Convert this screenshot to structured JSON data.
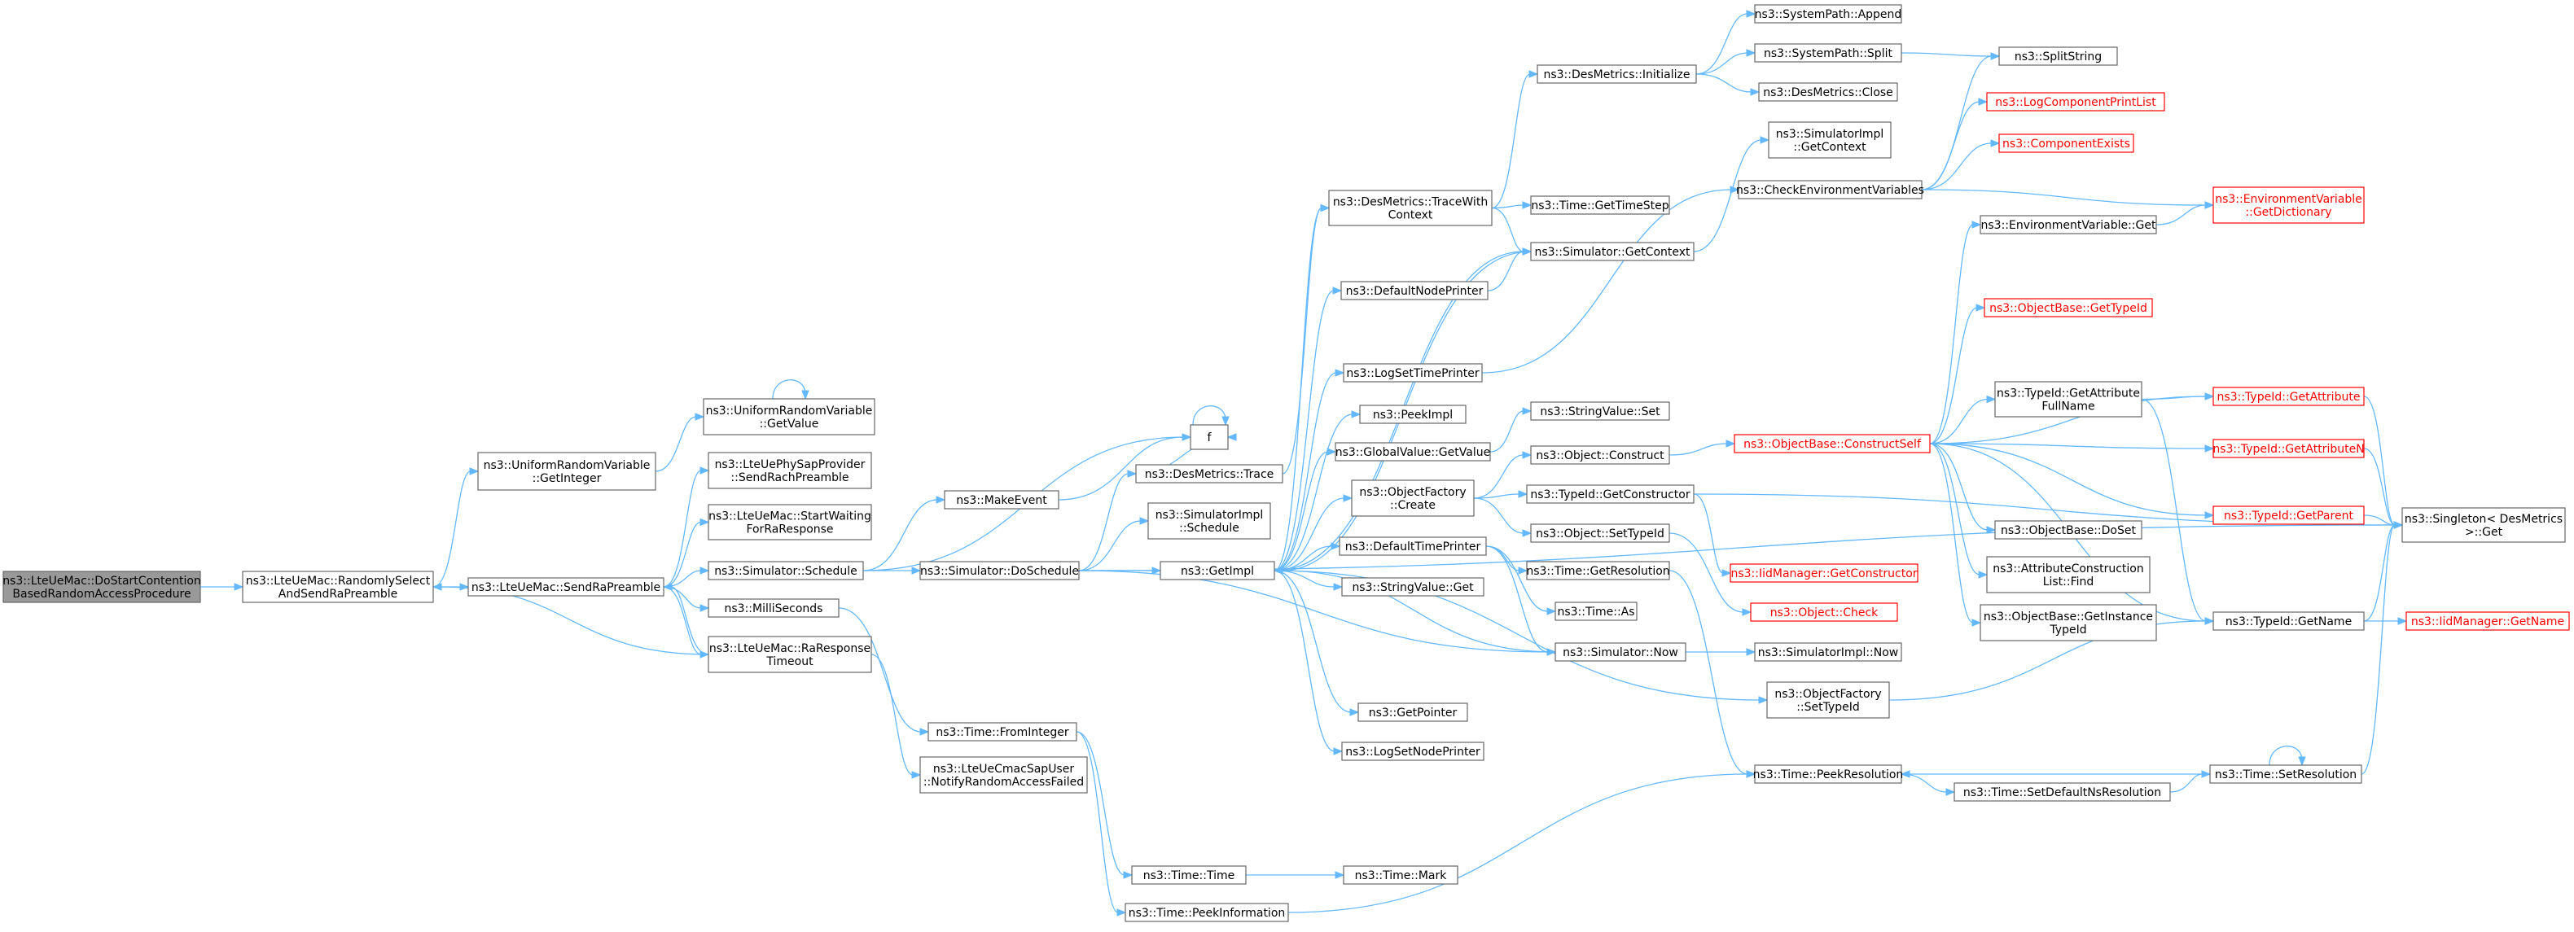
{
  "colors": {
    "edge": "#63b8ff",
    "root_fill": "#999999",
    "node_border": "#666666",
    "missing_border": "#ff0000"
  },
  "nodes": [
    {
      "id": "root",
      "lines": [
        "ns3::LteUeMac::DoStartContention",
        "BasedRandomAccessProcedure"
      ],
      "style": "root"
    },
    {
      "id": "rsasrp",
      "lines": [
        "ns3::LteUeMac::RandomlySelect",
        "AndSendRaPreamble"
      ],
      "style": "normal"
    },
    {
      "id": "urv_getint",
      "lines": [
        "ns3::UniformRandomVariable",
        "::GetInteger"
      ],
      "style": "normal"
    },
    {
      "id": "urv_getval",
      "lines": [
        "ns3::UniformRandomVariable",
        "::GetValue"
      ],
      "style": "normal"
    },
    {
      "id": "sendra",
      "lines": [
        "ns3::LteUeMac::SendRaPreamble"
      ],
      "style": "normal"
    },
    {
      "id": "phy_sendrach",
      "lines": [
        "ns3::LteUePhySapProvider",
        "::SendRachPreamble"
      ],
      "style": "normal"
    },
    {
      "id": "startwaiting",
      "lines": [
        "ns3::LteUeMac::StartWaiting",
        "ForRaResponse"
      ],
      "style": "normal"
    },
    {
      "id": "sim_schedule",
      "lines": [
        "ns3::Simulator::Schedule"
      ],
      "style": "normal"
    },
    {
      "id": "milliseconds",
      "lines": [
        "ns3::MilliSeconds"
      ],
      "style": "normal"
    },
    {
      "id": "raresp_timeout",
      "lines": [
        "ns3::LteUeMac::RaResponse",
        "Timeout"
      ],
      "style": "normal"
    },
    {
      "id": "notify_failed",
      "lines": [
        "ns3::LteUeCmacSapUser",
        "::NotifyRandomAccessFailed"
      ],
      "style": "normal"
    },
    {
      "id": "fromint",
      "lines": [
        "ns3::Time::FromInteger"
      ],
      "style": "normal"
    },
    {
      "id": "time_time",
      "lines": [
        "ns3::Time::Time"
      ],
      "style": "normal"
    },
    {
      "id": "time_mark",
      "lines": [
        "ns3::Time::Mark"
      ],
      "style": "normal"
    },
    {
      "id": "peekinfo",
      "lines": [
        "ns3::Time::PeekInformation"
      ],
      "style": "normal"
    },
    {
      "id": "makeevent",
      "lines": [
        "ns3::MakeEvent"
      ],
      "style": "normal"
    },
    {
      "id": "f",
      "lines": [
        "f"
      ],
      "style": "normal"
    },
    {
      "id": "doschedule",
      "lines": [
        "ns3::Simulator::DoSchedule"
      ],
      "style": "normal"
    },
    {
      "id": "desm_trace",
      "lines": [
        "ns3::DesMetrics::Trace"
      ],
      "style": "normal"
    },
    {
      "id": "simimpl_schedule",
      "lines": [
        "ns3::SimulatorImpl",
        "::Schedule"
      ],
      "style": "normal"
    },
    {
      "id": "getimpl",
      "lines": [
        "ns3::GetImpl"
      ],
      "style": "normal"
    },
    {
      "id": "desm_tracewith",
      "lines": [
        "ns3::DesMetrics::TraceWith",
        "Context"
      ],
      "style": "normal"
    },
    {
      "id": "defnodeprinter",
      "lines": [
        "ns3::DefaultNodePrinter"
      ],
      "style": "normal"
    },
    {
      "id": "logsettimeprinter",
      "lines": [
        "ns3::LogSetTimePrinter"
      ],
      "style": "normal"
    },
    {
      "id": "peekimpl",
      "lines": [
        "ns3::PeekImpl"
      ],
      "style": "normal"
    },
    {
      "id": "gv_getvalue",
      "lines": [
        "ns3::GlobalValue::GetValue"
      ],
      "style": "normal"
    },
    {
      "id": "objfactory_create",
      "lines": [
        "ns3::ObjectFactory",
        "::Create"
      ],
      "style": "normal"
    },
    {
      "id": "deftimeprinter",
      "lines": [
        "ns3::DefaultTimePrinter"
      ],
      "style": "normal"
    },
    {
      "id": "stringvalue_get",
      "lines": [
        "ns3::StringValue::Get"
      ],
      "style": "normal"
    },
    {
      "id": "getpointer",
      "lines": [
        "ns3::GetPointer"
      ],
      "style": "normal"
    },
    {
      "id": "logsetnodeprinter",
      "lines": [
        "ns3::LogSetNodePrinter"
      ],
      "style": "normal"
    },
    {
      "id": "desm_init",
      "lines": [
        "ns3::DesMetrics::Initialize"
      ],
      "style": "normal"
    },
    {
      "id": "sp_append",
      "lines": [
        "ns3::SystemPath::Append"
      ],
      "style": "normal"
    },
    {
      "id": "sp_split",
      "lines": [
        "ns3::SystemPath::Split"
      ],
      "style": "normal"
    },
    {
      "id": "desm_close",
      "lines": [
        "ns3::DesMetrics::Close"
      ],
      "style": "normal"
    },
    {
      "id": "splitstring",
      "lines": [
        "ns3::SplitString"
      ],
      "style": "normal"
    },
    {
      "id": "gettimestep",
      "lines": [
        "ns3::Time::GetTimeStep"
      ],
      "style": "normal"
    },
    {
      "id": "sim_getcontext",
      "lines": [
        "ns3::Simulator::GetContext"
      ],
      "style": "normal"
    },
    {
      "id": "simimpl_getcontext",
      "lines": [
        "ns3::SimulatorImpl",
        "::GetContext"
      ],
      "style": "normal"
    },
    {
      "id": "checkenv",
      "lines": [
        "ns3::CheckEnvironmentVariables"
      ],
      "style": "normal"
    },
    {
      "id": "logcomplist",
      "lines": [
        "ns3::LogComponentPrintList"
      ],
      "style": "red"
    },
    {
      "id": "compexists",
      "lines": [
        "ns3::ComponentExists"
      ],
      "style": "red"
    },
    {
      "id": "envvar_getdict",
      "lines": [
        "ns3::EnvironmentVariable",
        "::GetDictionary"
      ],
      "style": "red"
    },
    {
      "id": "envvar_get",
      "lines": [
        "ns3::EnvironmentVariable::Get"
      ],
      "style": "normal"
    },
    {
      "id": "sv_set",
      "lines": [
        "ns3::StringValue::Set"
      ],
      "style": "normal"
    },
    {
      "id": "obj_construct",
      "lines": [
        "ns3::Object::Construct"
      ],
      "style": "normal"
    },
    {
      "id": "objbase_constructself",
      "lines": [
        "ns3::ObjectBase::ConstructSelf"
      ],
      "style": "red"
    },
    {
      "id": "typeid_getconstructor",
      "lines": [
        "ns3::TypeId::GetConstructor"
      ],
      "style": "normal"
    },
    {
      "id": "obj_settypeid",
      "lines": [
        "ns3::Object::SetTypeId"
      ],
      "style": "normal"
    },
    {
      "id": "iid_getconstructor",
      "lines": [
        "ns3::IidManager::GetConstructor"
      ],
      "style": "red"
    },
    {
      "id": "obj_check",
      "lines": [
        "ns3::Object::Check"
      ],
      "style": "red"
    },
    {
      "id": "time_getres",
      "lines": [
        "ns3::Time::GetResolution"
      ],
      "style": "normal"
    },
    {
      "id": "time_as",
      "lines": [
        "ns3::Time::As"
      ],
      "style": "normal"
    },
    {
      "id": "sim_now",
      "lines": [
        "ns3::Simulator::Now"
      ],
      "style": "normal"
    },
    {
      "id": "simimpl_now",
      "lines": [
        "ns3::SimulatorImpl::Now"
      ],
      "style": "normal"
    },
    {
      "id": "objfactory_settypeid",
      "lines": [
        "ns3::ObjectFactory",
        "::SetTypeId"
      ],
      "style": "normal"
    },
    {
      "id": "peekres",
      "lines": [
        "ns3::Time::PeekResolution"
      ],
      "style": "normal"
    },
    {
      "id": "setdefaultns",
      "lines": [
        "ns3::Time::SetDefaultNsResolution"
      ],
      "style": "normal"
    },
    {
      "id": "setres",
      "lines": [
        "ns3::Time::SetResolution"
      ],
      "style": "normal"
    },
    {
      "id": "objbase_gettypeid",
      "lines": [
        "ns3::ObjectBase::GetTypeId"
      ],
      "style": "red"
    },
    {
      "id": "typeid_getattrfull",
      "lines": [
        "ns3::TypeId::GetAttribute",
        "FullName"
      ],
      "style": "normal"
    },
    {
      "id": "objbase_doset",
      "lines": [
        "ns3::ObjectBase::DoSet"
      ],
      "style": "normal"
    },
    {
      "id": "attrconst_find",
      "lines": [
        "ns3::AttributeConstruction",
        "List::Find"
      ],
      "style": "normal"
    },
    {
      "id": "objbase_getinst",
      "lines": [
        "ns3::ObjectBase::GetInstance",
        "TypeId"
      ],
      "style": "normal"
    },
    {
      "id": "typeid_getattr",
      "lines": [
        "ns3::TypeId::GetAttribute"
      ],
      "style": "red"
    },
    {
      "id": "typeid_getattrn",
      "lines": [
        "ns3::TypeId::GetAttributeN"
      ],
      "style": "red"
    },
    {
      "id": "typeid_getparent",
      "lines": [
        "ns3::TypeId::GetParent"
      ],
      "style": "red"
    },
    {
      "id": "typeid_getname",
      "lines": [
        "ns3::TypeId::GetName"
      ],
      "style": "normal"
    },
    {
      "id": "iid_getname",
      "lines": [
        "ns3::IidManager::GetName"
      ],
      "style": "red"
    },
    {
      "id": "singleton_get",
      "lines": [
        "ns3::Singleton< DesMetrics",
        "  >::Get"
      ],
      "style": "normal"
    }
  ],
  "edges": [
    [
      "root",
      "rsasrp"
    ],
    [
      "rsasrp",
      "urv_getint"
    ],
    [
      "rsasrp",
      "sendra"
    ],
    [
      "urv_getint",
      "urv_getval"
    ],
    [
      "urv_getval",
      "urv_getval"
    ],
    [
      "sendra",
      "phy_sendrach"
    ],
    [
      "sendra",
      "startwaiting"
    ],
    [
      "sendra",
      "sim_schedule"
    ],
    [
      "sendra",
      "milliseconds"
    ],
    [
      "sendra",
      "raresp_timeout"
    ],
    [
      "raresp_timeout",
      "rsasrp"
    ],
    [
      "raresp_timeout",
      "sendra"
    ],
    [
      "raresp_timeout",
      "notify_failed"
    ],
    [
      "milliseconds",
      "fromint"
    ],
    [
      "fromint",
      "time_time"
    ],
    [
      "fromint",
      "peekinfo"
    ],
    [
      "time_time",
      "time_mark"
    ],
    [
      "peekinfo",
      "peekres"
    ],
    [
      "sim_schedule",
      "makeevent"
    ],
    [
      "sim_schedule",
      "doschedule"
    ],
    [
      "sim_schedule",
      "f"
    ],
    [
      "makeevent",
      "f"
    ],
    [
      "f",
      "f"
    ],
    [
      "doschedule",
      "desm_trace"
    ],
    [
      "doschedule",
      "simimpl_schedule"
    ],
    [
      "doschedule",
      "getimpl"
    ],
    [
      "doschedule",
      "sim_now"
    ],
    [
      "doschedule",
      "singleton_get"
    ],
    [
      "desm_trace",
      "desm_tracewith"
    ],
    [
      "desm_trace",
      "f"
    ],
    [
      "desm_tracewith",
      "desm_init"
    ],
    [
      "desm_tracewith",
      "gettimestep"
    ],
    [
      "desm_tracewith",
      "sim_getcontext"
    ],
    [
      "desm_init",
      "sp_append"
    ],
    [
      "desm_init",
      "sp_split"
    ],
    [
      "desm_init",
      "desm_close"
    ],
    [
      "sp_split",
      "splitstring"
    ],
    [
      "sim_getcontext",
      "simimpl_getcontext"
    ],
    [
      "sim_getcontext",
      "getimpl"
    ],
    [
      "getimpl",
      "sim_getcontext"
    ],
    [
      "getimpl",
      "defnodeprinter"
    ],
    [
      "getimpl",
      "logsettimeprinter"
    ],
    [
      "getimpl",
      "peekimpl"
    ],
    [
      "getimpl",
      "gv_getvalue"
    ],
    [
      "getimpl",
      "objfactory_create"
    ],
    [
      "getimpl",
      "deftimeprinter"
    ],
    [
      "getimpl",
      "stringvalue_get"
    ],
    [
      "getimpl",
      "getpointer"
    ],
    [
      "getimpl",
      "logsetnodeprinter"
    ],
    [
      "getimpl",
      "objfactory_settypeid"
    ],
    [
      "getimpl",
      "desm_tracewith"
    ],
    [
      "defnodeprinter",
      "sim_getcontext"
    ],
    [
      "logsettimeprinter",
      "checkenv"
    ],
    [
      "checkenv",
      "splitstring"
    ],
    [
      "checkenv",
      "logcomplist"
    ],
    [
      "checkenv",
      "compexists"
    ],
    [
      "checkenv",
      "envvar_getdict"
    ],
    [
      "gv_getvalue",
      "sv_set"
    ],
    [
      "objfactory_create",
      "obj_construct"
    ],
    [
      "objfactory_create",
      "typeid_getconstructor"
    ],
    [
      "objfactory_create",
      "obj_settypeid"
    ],
    [
      "obj_construct",
      "objbase_constructself"
    ],
    [
      "typeid_getconstructor",
      "iid_getconstructor"
    ],
    [
      "typeid_getconstructor",
      "singleton_get"
    ],
    [
      "obj_settypeid",
      "obj_check"
    ],
    [
      "deftimeprinter",
      "time_getres"
    ],
    [
      "deftimeprinter",
      "time_as"
    ],
    [
      "deftimeprinter",
      "sim_now"
    ],
    [
      "time_getres",
      "peekres"
    ],
    [
      "sim_now",
      "simimpl_now"
    ],
    [
      "sim_now",
      "getimpl"
    ],
    [
      "objfactory_settypeid",
      "typeid_getname"
    ],
    [
      "peekres",
      "setdefaultns"
    ],
    [
      "setdefaultns",
      "setres"
    ],
    [
      "setres",
      "peekres"
    ],
    [
      "setres",
      "setres"
    ],
    [
      "setres",
      "singleton_get"
    ],
    [
      "objbase_constructself",
      "envvar_get"
    ],
    [
      "objbase_constructself",
      "objbase_gettypeid"
    ],
    [
      "objbase_constructself",
      "typeid_getattrfull"
    ],
    [
      "objbase_constructself",
      "objbase_doset"
    ],
    [
      "objbase_constructself",
      "attrconst_find"
    ],
    [
      "objbase_constructself",
      "objbase_getinst"
    ],
    [
      "objbase_constructself",
      "typeid_getattr"
    ],
    [
      "objbase_constructself",
      "typeid_getattrn"
    ],
    [
      "objbase_constructself",
      "typeid_getparent"
    ],
    [
      "objbase_constructself",
      "typeid_getname"
    ],
    [
      "envvar_get",
      "envvar_getdict"
    ],
    [
      "typeid_getattrfull",
      "typeid_getattr"
    ],
    [
      "typeid_getattrfull",
      "typeid_getname"
    ],
    [
      "typeid_getattr",
      "singleton_get"
    ],
    [
      "typeid_getattrn",
      "singleton_get"
    ],
    [
      "typeid_getparent",
      "singleton_get"
    ],
    [
      "typeid_getname",
      "singleton_get"
    ],
    [
      "typeid_getname",
      "iid_getname"
    ]
  ]
}
